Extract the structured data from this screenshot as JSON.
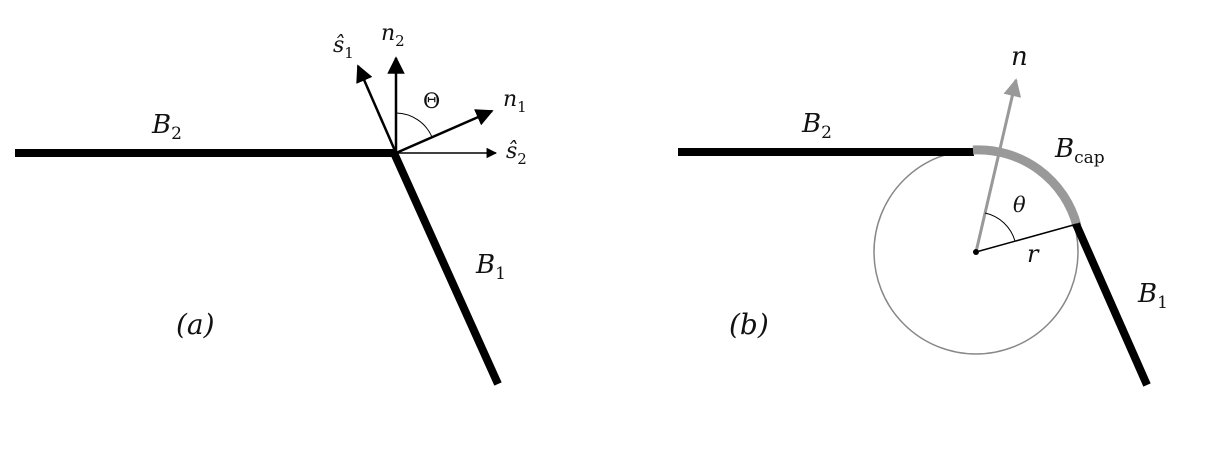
{
  "panel_a": {
    "label": "(a)",
    "boundary_2": {
      "symbol": "B",
      "subscript": "2"
    },
    "boundary_1": {
      "symbol": "B",
      "subscript": "1"
    },
    "vectors": {
      "s1_hat": {
        "symbol": "ŝ",
        "subscript": "1"
      },
      "n2": {
        "symbol": "n",
        "subscript": "2"
      },
      "n1": {
        "symbol": "n",
        "subscript": "1"
      },
      "s2_hat": {
        "symbol": "ŝ",
        "subscript": "2"
      }
    },
    "angle": {
      "symbol": "Θ"
    }
  },
  "panel_b": {
    "label": "(b)",
    "boundary_2": {
      "symbol": "B",
      "subscript": "2"
    },
    "boundary_1": {
      "symbol": "B",
      "subscript": "1"
    },
    "cap": {
      "symbol": "B",
      "subscript": "cap"
    },
    "normal": {
      "symbol": "n"
    },
    "angle": {
      "symbol": "θ"
    },
    "radius": {
      "symbol": "r"
    }
  },
  "colors": {
    "ink": "#000000",
    "cap_gray": "#999999",
    "circle_gray": "#888888"
  }
}
